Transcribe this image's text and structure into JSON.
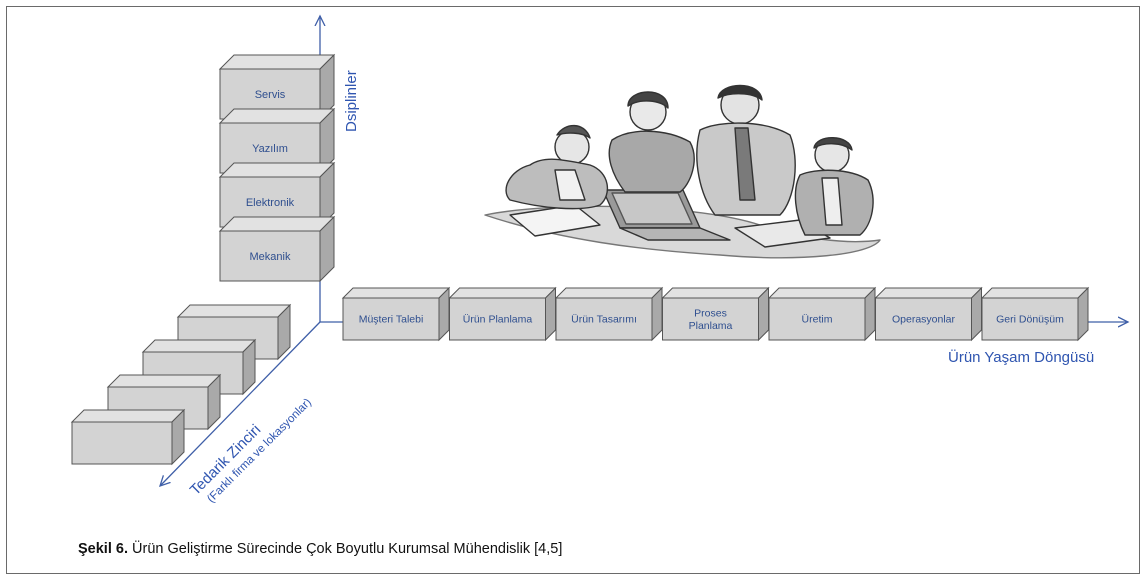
{
  "colors": {
    "axis": "#3f5fa8",
    "box_front": "#d3d3d3",
    "box_top": "#e2e2e2",
    "box_side": "#a9a9a9",
    "box_text": "#2f4f8f",
    "label_blue": "#2f55b0"
  },
  "axes": {
    "vertical_label": "Dsiplinler",
    "horizontal_label": "Ürün Yaşam Döngüsü",
    "diagonal_label_line1": "Tedarik Zinciri",
    "diagonal_label_line2": "(Farklı firma ve lokasyonlar)"
  },
  "disciplines": [
    "Servis",
    "Yazılım",
    "Elektronik",
    "Mekanik"
  ],
  "lifecycle": [
    "Müşteri Talebi",
    "Ürün Planlama",
    "Ürün Tasarımı",
    "Proses Planlama",
    "Üretim",
    "Operasyonlar",
    "Geri Dönüşüm"
  ],
  "supply_chain_box_count": 4,
  "illustration": "people-working-at-laptop-illustration",
  "caption": {
    "bold": "Şekil 6.",
    "text": " Ürün Geliştirme Sürecinde Çok Boyutlu Kurumsal Mühendislik [4,5]"
  }
}
